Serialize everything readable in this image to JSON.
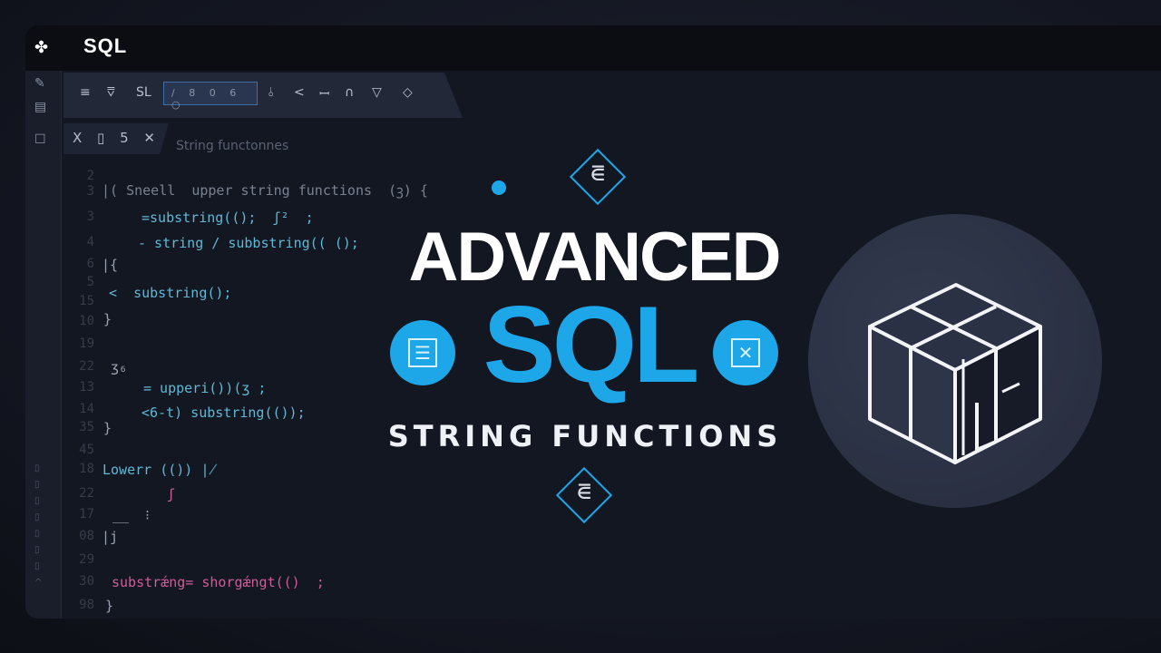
{
  "app": {
    "title": "SQL",
    "logo_icon": "puzzle-icon"
  },
  "sidebar": {
    "icons": [
      "edit-icon",
      "document-icon",
      "square-icon"
    ]
  },
  "toolbar": {
    "icons": [
      "align-icon",
      "filter-icon",
      "sql-icon",
      "thermometer-icon",
      "arrow-left-icon",
      "merge-icon",
      "arch-icon",
      "triangle-icon",
      "diamond-icon"
    ],
    "glyphs": [
      "≡",
      "⩢",
      "SL",
      "⫰",
      "<",
      "ꟷ",
      "∩",
      "▽",
      "◇"
    ],
    "field_value": "/ 8 0 6 ○"
  },
  "tab": {
    "icons": "X ▯ 5 ✕",
    "label": "String functonnes"
  },
  "editor": {
    "line_numbers": [
      "2",
      "3",
      "3",
      "4",
      "6",
      "5",
      "15",
      "10",
      "19",
      "22",
      "13",
      "14",
      "35",
      "45",
      "18",
      "22",
      "17",
      "08",
      "29",
      "30",
      "98"
    ],
    "code": [
      {
        "text": "|( Sneell  upper string functions  (ꝫ) {"
      },
      {
        "text": "=substring(();  ʃ²  ;"
      },
      {
        "text": "- string / subbstring(( ();"
      },
      {
        "text": "|{"
      },
      {
        "text": "<  substring();"
      },
      {
        "text": "}"
      },
      {
        "text": "ʒ₆"
      },
      {
        "text": "= upperi())(ʒ ;"
      },
      {
        "text": "<6-t) substring(());"
      },
      {
        "text": "}"
      },
      {
        "text": "Lowerr (()) ∤"
      },
      {
        "text": "ʃ"
      },
      {
        "text": "__  ⁝"
      },
      {
        "text": "|j"
      },
      {
        "text": "substrǽng= shorgǽngt(()  ;"
      },
      {
        "text": "}"
      }
    ]
  },
  "hero": {
    "line1": "ADVANCED",
    "line2": "SQL",
    "line3": "STRING FUNCTIONS",
    "accent_color": "#1ea7e8",
    "diamond_glyph": "⋶",
    "left_badge_icon": "list-icon",
    "right_badge_icon": "checkbox-icon",
    "cube_icon": "cube-icon",
    "left_badge_glyph": "☰",
    "right_badge_glyph": "✕"
  }
}
